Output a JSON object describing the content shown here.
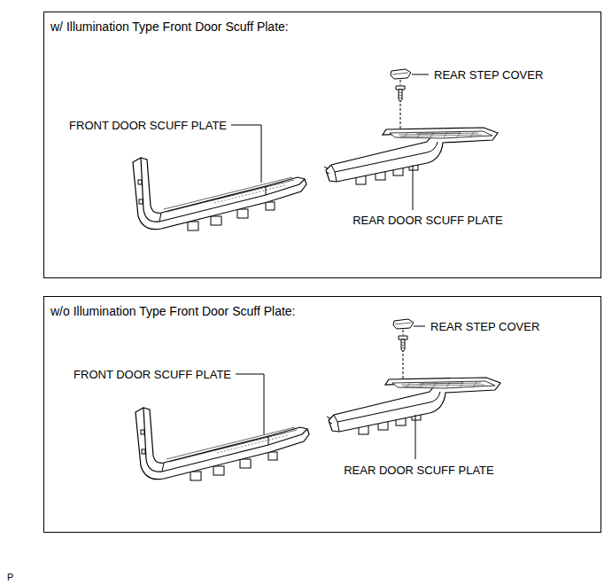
{
  "diagram": {
    "nodes": [
      {
        "text": [
          "w/ Illumination Type Front Door Scuff Plate:"
        ]
      },
      {
        "text": [
          "w/o Illumination Type Front Door Scuff Plate:"
        ]
      }
    ],
    "labels": [
      "REAR STEP COVER",
      "FRONT DOOR SCUFF PLATE",
      "REAR DOOR SCUFF PLATE",
      "REAR STEP COVER",
      "FRONT DOOR SCUFF PLATE",
      "REAR DOOR SCUFF PLATE",
      "P"
    ]
  }
}
